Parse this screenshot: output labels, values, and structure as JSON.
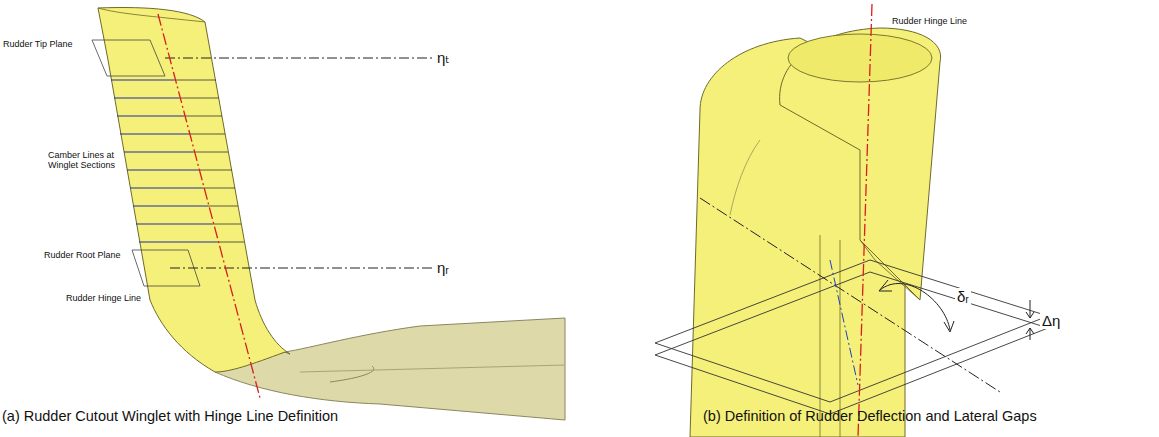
{
  "diagram": {
    "labels": [
      "Rudder Tip Plane",
      "ηₜ",
      "Camber Lines at Winglet Sections",
      "Rudder Root Plane",
      "ηᵣ",
      "Rudder Hinge Line",
      "(a) Rudder Cutout Winglet with Hinge Line Definition",
      "Rudder Hinge Line",
      "δᵣ",
      "Δη",
      "(b) Definition of Rudder Deflection and Lateral Gaps"
    ]
  }
}
